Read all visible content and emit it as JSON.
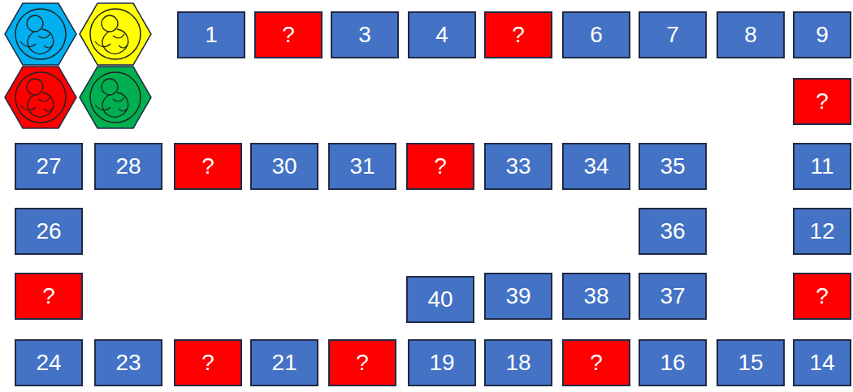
{
  "diagram": {
    "nodes": [
      {
        "text": [
          "1"
        ]
      },
      {
        "text": [
          "?"
        ]
      },
      {
        "text": [
          "3"
        ]
      },
      {
        "text": [
          "4"
        ]
      },
      {
        "text": [
          "?"
        ]
      },
      {
        "text": [
          "6"
        ]
      },
      {
        "text": [
          "7"
        ]
      },
      {
        "text": [
          "8"
        ]
      },
      {
        "text": [
          "9"
        ]
      },
      {
        "text": [
          "?"
        ]
      },
      {
        "text": [
          "11"
        ]
      },
      {
        "text": [
          "12"
        ]
      },
      {
        "text": [
          "?"
        ]
      },
      {
        "text": [
          "14"
        ]
      },
      {
        "text": [
          "15"
        ]
      },
      {
        "text": [
          "16"
        ]
      },
      {
        "text": [
          "?"
        ]
      },
      {
        "text": [
          "18"
        ]
      },
      {
        "text": [
          "19"
        ]
      },
      {
        "text": [
          "?"
        ]
      },
      {
        "text": [
          "21"
        ]
      },
      {
        "text": [
          "?"
        ]
      },
      {
        "text": [
          "23"
        ]
      },
      {
        "text": [
          "24"
        ]
      },
      {
        "text": [
          "?"
        ]
      },
      {
        "text": [
          "26"
        ]
      },
      {
        "text": [
          "27"
        ]
      },
      {
        "text": [
          "28"
        ]
      },
      {
        "text": [
          "?"
        ]
      },
      {
        "text": [
          "30"
        ]
      },
      {
        "text": [
          "31"
        ]
      },
      {
        "text": [
          "?"
        ]
      },
      {
        "text": [
          "33"
        ]
      },
      {
        "text": [
          "34"
        ]
      },
      {
        "text": [
          "35"
        ]
      },
      {
        "text": [
          "36"
        ]
      },
      {
        "text": [
          "37"
        ]
      },
      {
        "text": [
          "38"
        ]
      },
      {
        "text": [
          "39"
        ]
      },
      {
        "text": [
          "40"
        ]
      }
    ]
  }
}
